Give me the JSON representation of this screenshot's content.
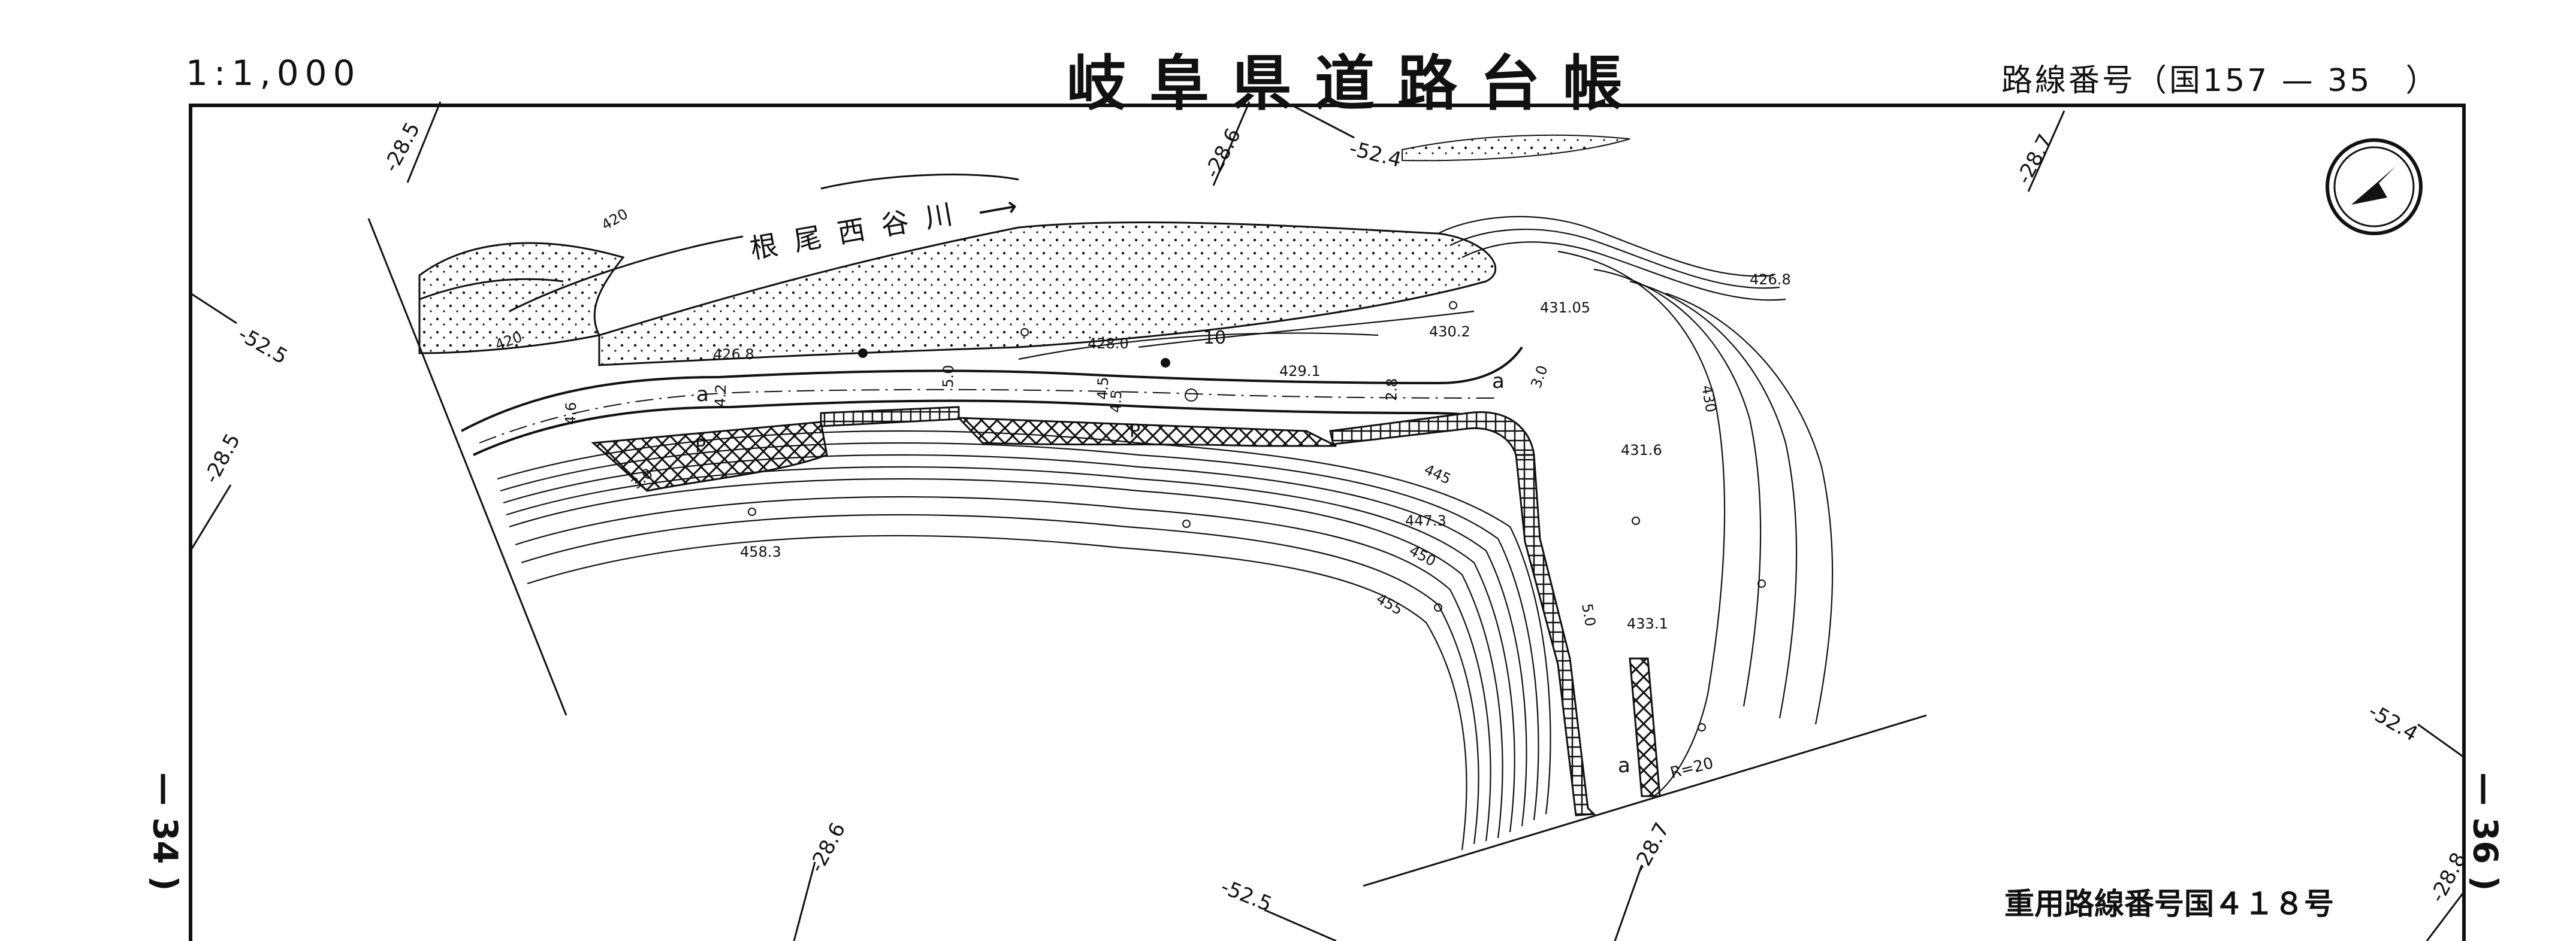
{
  "header": {
    "scale": "1:1,000",
    "title": "岐阜県道路台帳",
    "route_number": "路線番号（国157 — 35　）"
  },
  "footer": {
    "heavy_route": "重用路線番号国４１８号"
  },
  "sheet_refs": {
    "left": "— 34 )",
    "right": "— 36 )"
  },
  "map": {
    "river_name": "根尾西谷川",
    "river_arrow": "⟶",
    "grid_labels": [
      "-28.5",
      "-28.6",
      "-28.7",
      "-52.4",
      "-52.5",
      "-28.5",
      "-52.4",
      "-28.6",
      "-52.5",
      "-28.7",
      "-28.8"
    ],
    "elevations": [
      "420",
      "420",
      "426.8",
      "428.0",
      "429.1",
      "430.2",
      "431.05",
      "426.8",
      "430",
      "431.6",
      "433.1",
      "445",
      "447.3",
      "450",
      "455",
      "458.3"
    ],
    "road_widths": [
      "4.2",
      "4.6",
      "5.0",
      "4.5",
      "4.5",
      "2.8",
      "3.0",
      "3.0",
      "5.0"
    ],
    "markers": [
      "a",
      "a",
      "a",
      "P",
      "P",
      "10"
    ],
    "curve_radius": "R=20",
    "north_arrow_icon": "north-arrow-icon"
  }
}
